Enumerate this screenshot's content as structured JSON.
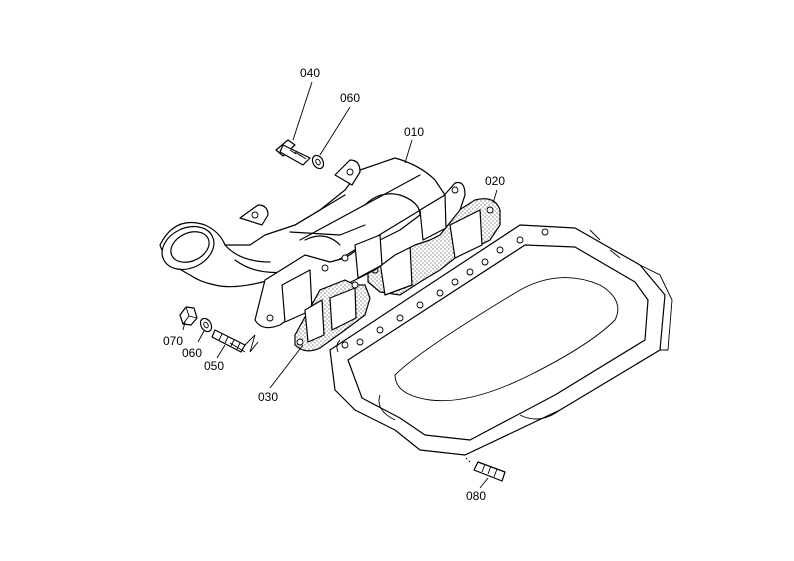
{
  "diagram": {
    "parts": [
      {
        "id": "010",
        "label": "010"
      },
      {
        "id": "020",
        "label": "020"
      },
      {
        "id": "030",
        "label": "030"
      },
      {
        "id": "040",
        "label": "040"
      },
      {
        "id": "050",
        "label": "050"
      },
      {
        "id": "060a",
        "label": "060"
      },
      {
        "id": "060b",
        "label": "060"
      },
      {
        "id": "070",
        "label": "070"
      },
      {
        "id": "080",
        "label": "080"
      }
    ]
  }
}
